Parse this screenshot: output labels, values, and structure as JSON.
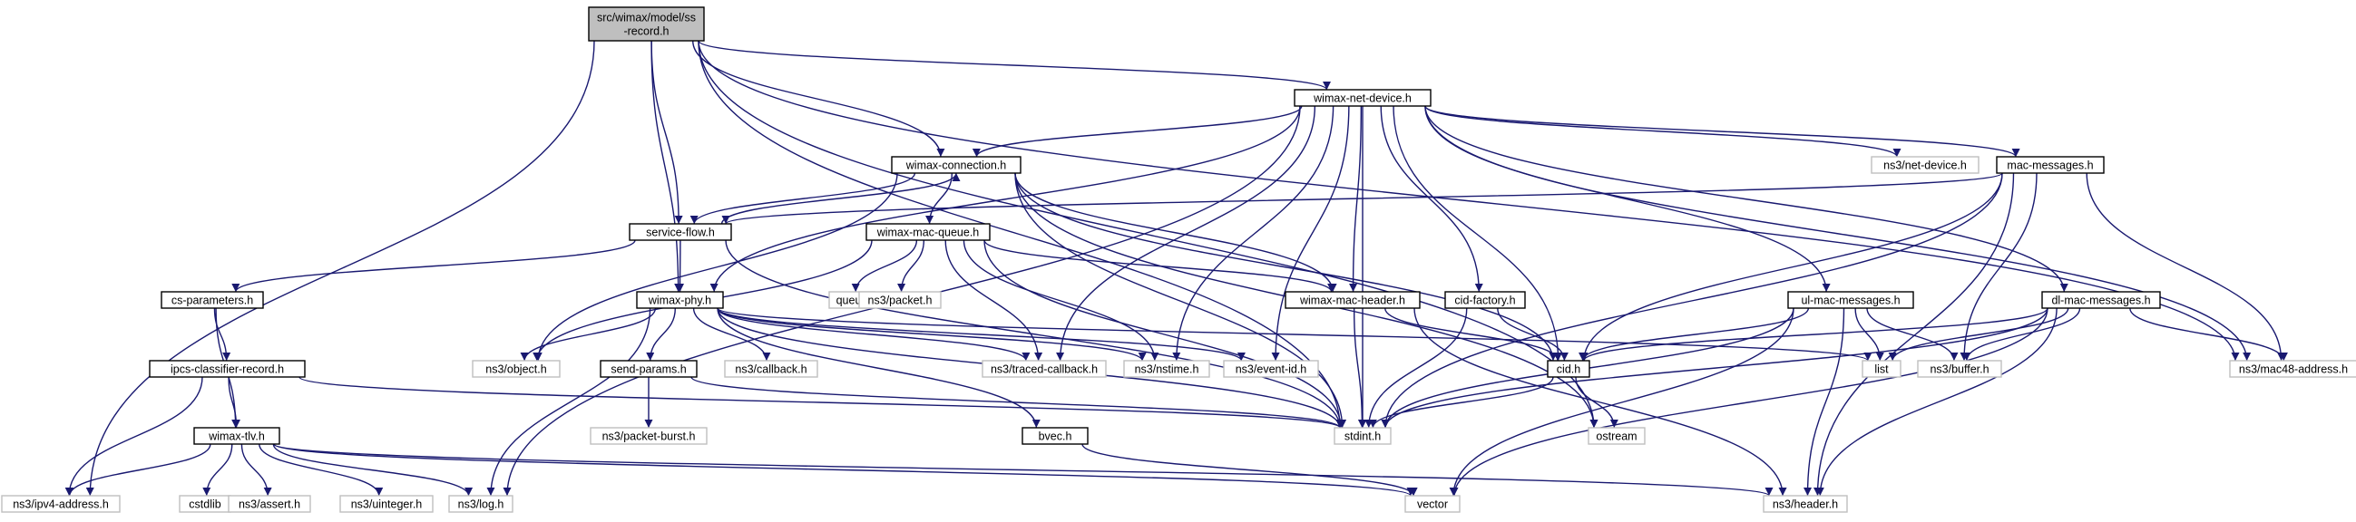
{
  "colors": {
    "edge": "#191970",
    "root_fill": "#bfbfbf",
    "root_stroke": "#000000",
    "node_fill": "#ffffff",
    "node_stroke": "#000000",
    "ext_stroke": "#bfbfbf",
    "ext_text": "#000000"
  },
  "nodes": [
    {
      "id": "root",
      "label": "src/wimax/model/ss\n-record.h",
      "kind": "root"
    },
    {
      "id": "wimax-net-device",
      "label": "wimax-net-device.h",
      "kind": "file"
    },
    {
      "id": "wimax-connection",
      "label": "wimax-connection.h",
      "kind": "file"
    },
    {
      "id": "ns3-net-device",
      "label": "ns3/net-device.h",
      "kind": "external"
    },
    {
      "id": "mac-messages",
      "label": "mac-messages.h",
      "kind": "file"
    },
    {
      "id": "service-flow",
      "label": "service-flow.h",
      "kind": "file"
    },
    {
      "id": "wimax-mac-queue",
      "label": "wimax-mac-queue.h",
      "kind": "file"
    },
    {
      "id": "cs-parameters",
      "label": "cs-parameters.h",
      "kind": "file"
    },
    {
      "id": "wimax-phy",
      "label": "wimax-phy.h",
      "kind": "file"
    },
    {
      "id": "queue",
      "label": "queue",
      "kind": "external"
    },
    {
      "id": "ns3-packet",
      "label": "ns3/packet.h",
      "kind": "external"
    },
    {
      "id": "wimax-mac-header",
      "label": "wimax-mac-header.h",
      "kind": "file"
    },
    {
      "id": "cid-factory",
      "label": "cid-factory.h",
      "kind": "file"
    },
    {
      "id": "ul-mac-messages",
      "label": "ul-mac-messages.h",
      "kind": "file"
    },
    {
      "id": "dl-mac-messages",
      "label": "dl-mac-messages.h",
      "kind": "file"
    },
    {
      "id": "ipcs-classifier-record",
      "label": "ipcs-classifier-record.h",
      "kind": "file"
    },
    {
      "id": "ns3-object",
      "label": "ns3/object.h",
      "kind": "external"
    },
    {
      "id": "send-params",
      "label": "send-params.h",
      "kind": "file"
    },
    {
      "id": "ns3-callback",
      "label": "ns3/callback.h",
      "kind": "external"
    },
    {
      "id": "ns3-traced-callback",
      "label": "ns3/traced-callback.h",
      "kind": "external"
    },
    {
      "id": "ns3-nstime",
      "label": "ns3/nstime.h",
      "kind": "external"
    },
    {
      "id": "ns3-event-id",
      "label": "ns3/event-id.h",
      "kind": "external"
    },
    {
      "id": "cid",
      "label": "cid.h",
      "kind": "file"
    },
    {
      "id": "list",
      "label": "list",
      "kind": "external"
    },
    {
      "id": "ns3-buffer",
      "label": "ns3/buffer.h",
      "kind": "external"
    },
    {
      "id": "ns3-mac48-address",
      "label": "ns3/mac48-address.h",
      "kind": "external"
    },
    {
      "id": "wimax-tlv",
      "label": "wimax-tlv.h",
      "kind": "file"
    },
    {
      "id": "ns3-packet-burst",
      "label": "ns3/packet-burst.h",
      "kind": "external"
    },
    {
      "id": "bvec",
      "label": "bvec.h",
      "kind": "file"
    },
    {
      "id": "stdint",
      "label": "stdint.h",
      "kind": "external"
    },
    {
      "id": "ostream",
      "label": "ostream",
      "kind": "external"
    },
    {
      "id": "ns3-ipv4-address",
      "label": "ns3/ipv4-address.h",
      "kind": "external"
    },
    {
      "id": "cstdlib",
      "label": "cstdlib",
      "kind": "external"
    },
    {
      "id": "ns3-assert",
      "label": "ns3/assert.h",
      "kind": "external"
    },
    {
      "id": "ns3-uinteger",
      "label": "ns3/uinteger.h",
      "kind": "external"
    },
    {
      "id": "ns3-log",
      "label": "ns3/log.h",
      "kind": "external"
    },
    {
      "id": "vector",
      "label": "vector",
      "kind": "external"
    },
    {
      "id": "ns3-header",
      "label": "ns3/header.h",
      "kind": "external"
    }
  ],
  "edges": [
    [
      "root",
      "wimax-net-device"
    ],
    [
      "root",
      "wimax-connection"
    ],
    [
      "root",
      "service-flow"
    ],
    [
      "root",
      "wimax-phy"
    ],
    [
      "root",
      "stdint"
    ],
    [
      "root",
      "ostream"
    ],
    [
      "root",
      "ns3-ipv4-address"
    ],
    [
      "root",
      "ns3-mac48-address"
    ],
    [
      "wimax-net-device",
      "wimax-connection"
    ],
    [
      "wimax-net-device",
      "ns3-net-device"
    ],
    [
      "wimax-net-device",
      "mac-messages"
    ],
    [
      "wimax-net-device",
      "wimax-phy"
    ],
    [
      "wimax-net-device",
      "wimax-mac-header"
    ],
    [
      "wimax-net-device",
      "cid-factory"
    ],
    [
      "wimax-net-device",
      "cid"
    ],
    [
      "wimax-net-device",
      "ul-mac-messages"
    ],
    [
      "wimax-net-device",
      "dl-mac-messages"
    ],
    [
      "wimax-net-device",
      "ns3-traced-callback"
    ],
    [
      "wimax-net-device",
      "ns3-nstime"
    ],
    [
      "wimax-net-device",
      "ns3-event-id"
    ],
    [
      "wimax-net-device",
      "stdint"
    ],
    [
      "wimax-net-device",
      "ns3-log"
    ],
    [
      "wimax-net-device",
      "ns3-mac48-address"
    ],
    [
      "wimax-connection",
      "service-flow"
    ],
    [
      "wimax-connection",
      "wimax-mac-queue"
    ],
    [
      "wimax-connection",
      "wimax-mac-header"
    ],
    [
      "wimax-connection",
      "cid"
    ],
    [
      "wimax-connection",
      "ns3-object"
    ],
    [
      "wimax-connection",
      "ostream"
    ],
    [
      "wimax-connection",
      "stdint"
    ],
    [
      "service-flow",
      "wimax-connection"
    ],
    [
      "service-flow",
      "cs-parameters"
    ],
    [
      "service-flow",
      "wimax-phy"
    ],
    [
      "service-flow",
      "stdint"
    ],
    [
      "mac-messages",
      "service-flow"
    ],
    [
      "mac-messages",
      "cid"
    ],
    [
      "mac-messages",
      "ns3-buffer"
    ],
    [
      "mac-messages",
      "ns3-mac48-address"
    ],
    [
      "mac-messages",
      "ns3-header"
    ],
    [
      "mac-messages",
      "stdint"
    ],
    [
      "wimax-mac-queue",
      "queue"
    ],
    [
      "wimax-mac-queue",
      "ns3-packet"
    ],
    [
      "wimax-mac-queue",
      "wimax-mac-header"
    ],
    [
      "wimax-mac-queue",
      "ns3-object"
    ],
    [
      "wimax-mac-queue",
      "ns3-traced-callback"
    ],
    [
      "wimax-mac-queue",
      "ns3-nstime"
    ],
    [
      "wimax-mac-queue",
      "stdint"
    ],
    [
      "cs-parameters",
      "ipcs-classifier-record"
    ],
    [
      "cs-parameters",
      "wimax-tlv"
    ],
    [
      "wimax-phy",
      "ns3-object"
    ],
    [
      "wimax-phy",
      "send-params"
    ],
    [
      "wimax-phy",
      "ns3-callback"
    ],
    [
      "wimax-phy",
      "ns3-traced-callback"
    ],
    [
      "wimax-phy",
      "ns3-nstime"
    ],
    [
      "wimax-phy",
      "ns3-event-id"
    ],
    [
      "wimax-phy",
      "list"
    ],
    [
      "wimax-phy",
      "bvec"
    ],
    [
      "wimax-phy",
      "stdint"
    ],
    [
      "wimax-phy",
      "ns3-log"
    ],
    [
      "wimax-mac-header",
      "cid"
    ],
    [
      "wimax-mac-header",
      "stdint"
    ],
    [
      "wimax-mac-header",
      "ns3-header"
    ],
    [
      "cid-factory",
      "cid"
    ],
    [
      "cid-factory",
      "stdint"
    ],
    [
      "ul-mac-messages",
      "cid"
    ],
    [
      "ul-mac-messages",
      "list"
    ],
    [
      "ul-mac-messages",
      "ns3-buffer"
    ],
    [
      "ul-mac-messages",
      "stdint"
    ],
    [
      "ul-mac-messages",
      "vector"
    ],
    [
      "ul-mac-messages",
      "ns3-header"
    ],
    [
      "dl-mac-messages",
      "cid"
    ],
    [
      "dl-mac-messages",
      "list"
    ],
    [
      "dl-mac-messages",
      "ns3-buffer"
    ],
    [
      "dl-mac-messages",
      "ns3-mac48-address"
    ],
    [
      "dl-mac-messages",
      "stdint"
    ],
    [
      "dl-mac-messages",
      "vector"
    ],
    [
      "dl-mac-messages",
      "ns3-header"
    ],
    [
      "ipcs-classifier-record",
      "wimax-tlv"
    ],
    [
      "ipcs-classifier-record",
      "ns3-ipv4-address"
    ],
    [
      "ipcs-classifier-record",
      "stdint"
    ],
    [
      "send-params",
      "ns3-packet-burst"
    ],
    [
      "send-params",
      "stdint"
    ],
    [
      "cid",
      "stdint"
    ],
    [
      "cid",
      "ostream"
    ],
    [
      "bvec",
      "vector"
    ],
    [
      "wimax-tlv",
      "ns3-ipv4-address"
    ],
    [
      "wimax-tlv",
      "cstdlib"
    ],
    [
      "wimax-tlv",
      "ns3-assert"
    ],
    [
      "wimax-tlv",
      "ns3-uinteger"
    ],
    [
      "wimax-tlv",
      "ns3-log"
    ],
    [
      "wimax-tlv",
      "vector"
    ],
    [
      "wimax-tlv",
      "ns3-header"
    ]
  ]
}
